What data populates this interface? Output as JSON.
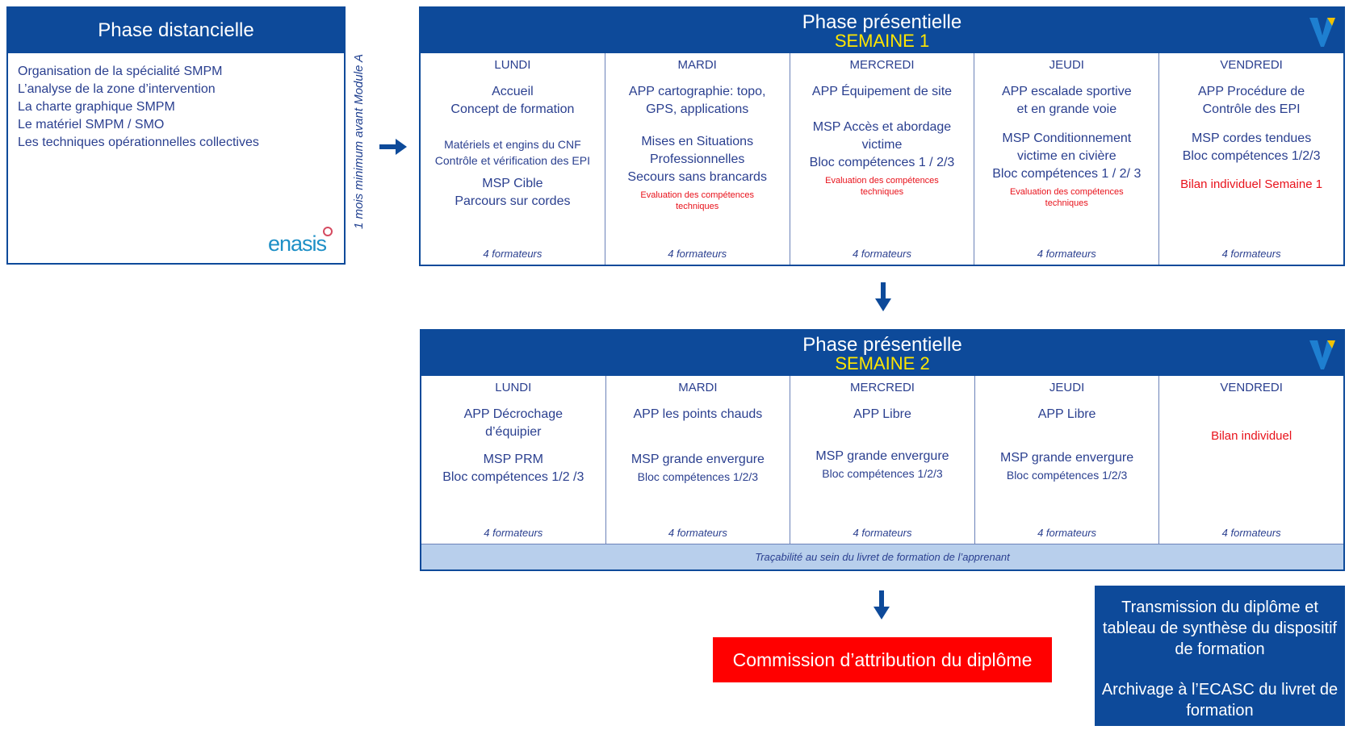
{
  "distance": {
    "title": "Phase distancielle",
    "items": [
      "Organisation de la spécialité SMPM",
      "L’analyse de la zone d’intervention",
      "La charte graphique SMPM",
      "Le matériel SMPM / SMO",
      "Les techniques opérationnelles collectives"
    ],
    "logo": "enasis"
  },
  "delay_label": "1 mois minimum   avant Module A",
  "week1": {
    "title": "Phase présentielle",
    "subtitle": "SEMAINE 1",
    "days": [
      {
        "name": "LUNDI",
        "b1": "Accueil\nConcept de formation",
        "s1": "Matériels et engins du CNF\nContrôle et vérification des EPI",
        "b2": "MSP Cible\nParcours sur cordes",
        "formateurs": "4 formateurs"
      },
      {
        "name": "MARDI",
        "b1": "APP cartographie: topo,\nGPS, applications",
        "b2": "Mises en Situations\nProfessionnelles\nSecours sans brancards",
        "red": "Evaluation des compétences\ntechniques",
        "formateurs": "4 formateurs"
      },
      {
        "name": "MERCREDI",
        "b1": "APP Équipement de site",
        "b2": "MSP Accès et abordage\nvictime\nBloc compétences 1 / 2/3",
        "red": "Evaluation des compétences\ntechniques",
        "formateurs": "4 formateurs"
      },
      {
        "name": "JEUDI",
        "b1": "APP escalade sportive\net en grande voie",
        "b2": "MSP Conditionnement\nvictime en civière\nBloc compétences 1 / 2/ 3",
        "red": "Evaluation des compétences\ntechniques",
        "formateurs": "4 formateurs"
      },
      {
        "name": "VENDREDI",
        "b1": "APP Procédure de\nContrôle des EPI",
        "b2": "MSP cordes tendues\nBloc compétences 1/2/3",
        "redbig": "Bilan individuel Semaine 1",
        "formateurs": "4 formateurs"
      }
    ]
  },
  "week2": {
    "title": "Phase présentielle",
    "subtitle": "SEMAINE 2",
    "days": [
      {
        "name": "LUNDI",
        "b1": "APP Décrochage\nd’équipier",
        "b2": "MSP PRM\nBloc compétences 1/2 /3",
        "formateurs": "4 formateurs"
      },
      {
        "name": "MARDI",
        "b1": "APP les points chauds",
        "b2": "MSP grande envergure",
        "s2": "Bloc compétences 1/2/3",
        "formateurs": "4 formateurs"
      },
      {
        "name": "MERCREDI",
        "b1": "APP Libre",
        "b2": "MSP grande envergure",
        "s2": "Bloc compétences 1/2/3",
        "formateurs": "4 formateurs"
      },
      {
        "name": "JEUDI",
        "b1": "APP Libre",
        "b2": "MSP grande envergure",
        "s2": "Bloc compétences 1/2/3",
        "formateurs": "4 formateurs"
      },
      {
        "name": "VENDREDI",
        "redbig": "Bilan individuel",
        "formateurs": "4 formateurs"
      }
    ],
    "trace": "Traçabilité au sein du livret de formation de l’apprenant"
  },
  "commission": "Commission d’attribution du diplôme",
  "transmission": {
    "line1": "Transmission du diplôme et tableau de synthèse du dispositif de formation",
    "line2": "Archivage à l’ECASC du livret de formation"
  },
  "colors": {
    "primary_blue": "#0d4a9a",
    "highlight_yellow": "#ffe600",
    "alert_red": "#e8121b",
    "trace_bg": "#b8cfec"
  }
}
